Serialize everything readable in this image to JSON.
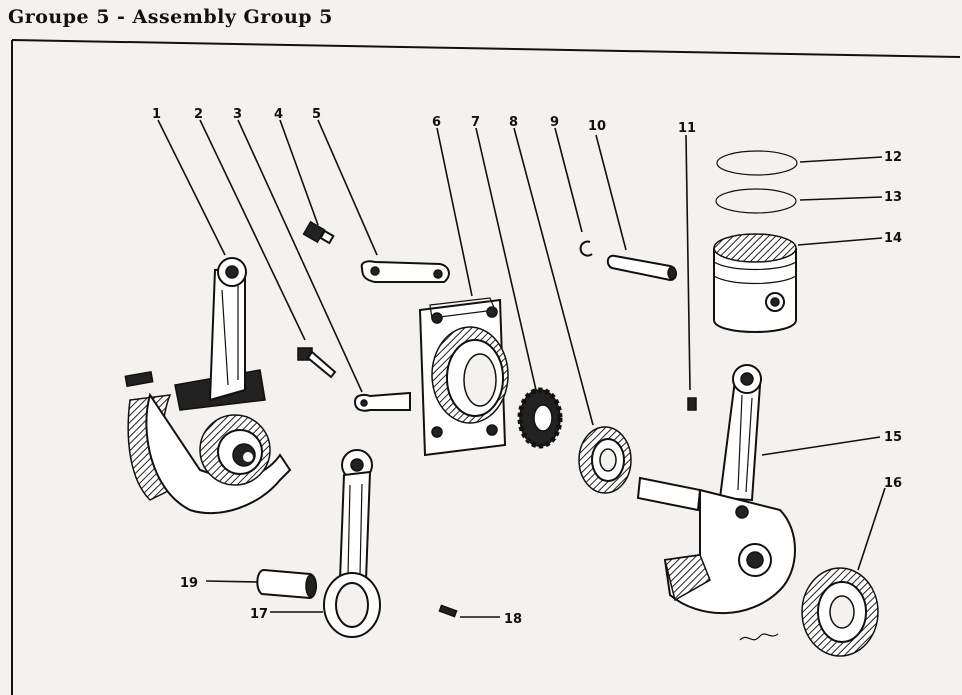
{
  "title": "Groupe 5 - Assembly Group 5",
  "callouts": [
    "1",
    "2",
    "3",
    "4",
    "5",
    "6",
    "7",
    "8",
    "9",
    "10",
    "11",
    "12",
    "13",
    "14",
    "15",
    "16",
    "17",
    "18",
    "19"
  ]
}
